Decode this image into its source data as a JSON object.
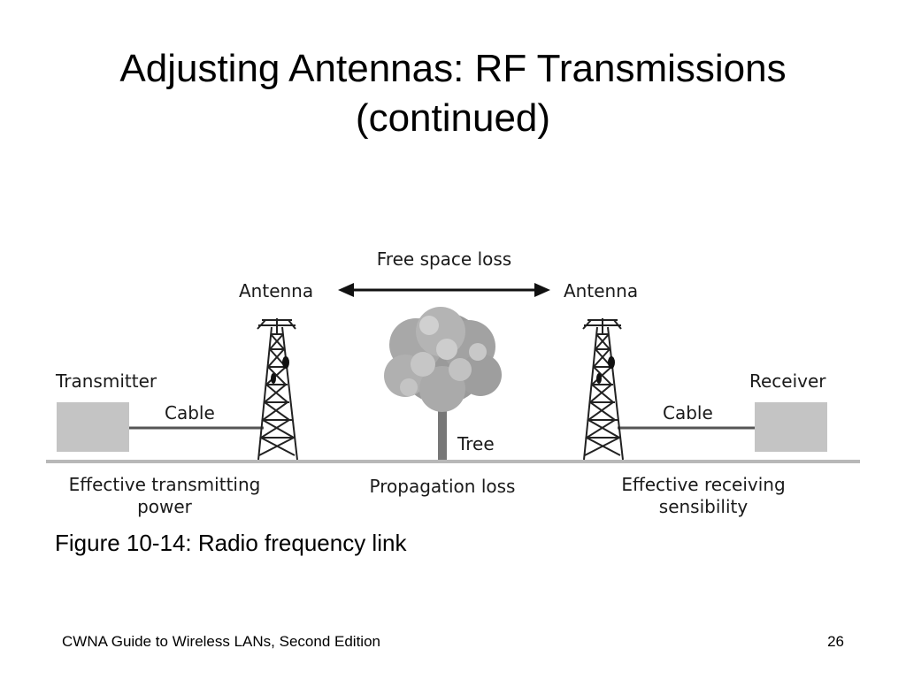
{
  "slide": {
    "title_line1": "Adjusting Antennas: RF Transmissions",
    "title_line2": "(continued)"
  },
  "diagram": {
    "free_space_loss": "Free space loss",
    "antenna_left": "Antenna",
    "antenna_right": "Antenna",
    "transmitter": "Transmitter",
    "receiver": "Receiver",
    "cable_left": "Cable",
    "cable_right": "Cable",
    "tree": "Tree",
    "effective_transmitting_line1": "Effective transmitting",
    "effective_transmitting_line2": "power",
    "propagation_loss": "Propagation loss",
    "effective_receiving_line1": "Effective receiving",
    "effective_receiving_line2": "sensibility"
  },
  "caption": "Figure 10-14: Radio frequency link",
  "footer": {
    "book": "CWNA Guide to Wireless LANs, Second Edition",
    "page": "26"
  }
}
